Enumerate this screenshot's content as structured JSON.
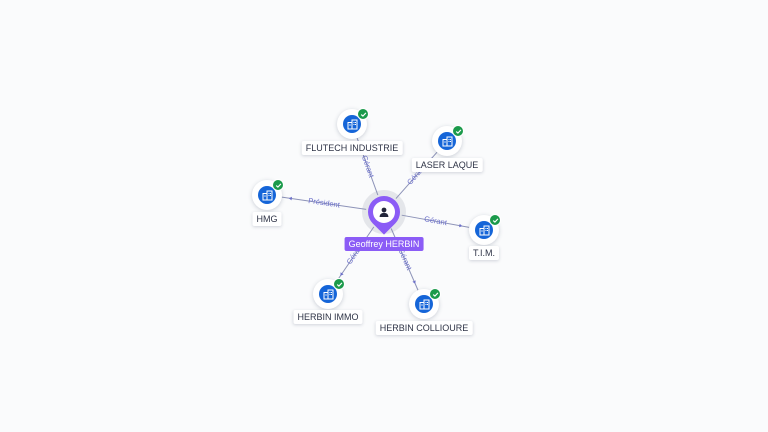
{
  "center": {
    "name": "Geoffrey HERBIN",
    "icon": "person-icon",
    "color": "#8b5cf6"
  },
  "companies": [
    {
      "key": "flutech",
      "name": "FLUTECH INDUSTRIE",
      "icon": "building-icon",
      "status_icon": "check-badge-icon"
    },
    {
      "key": "laser",
      "name": "LASER LAQUE",
      "icon": "building-icon",
      "status_icon": "check-badge-icon"
    },
    {
      "key": "hmg",
      "name": "HMG",
      "icon": "building-icon",
      "status_icon": "check-badge-icon"
    },
    {
      "key": "tim",
      "name": "T.I.M.",
      "icon": "building-icon",
      "status_icon": "check-badge-icon"
    },
    {
      "key": "immo",
      "name": "HERBIN IMMO",
      "icon": "building-icon",
      "status_icon": "check-badge-icon"
    },
    {
      "key": "collioure",
      "name": "HERBIN COLLIOURE",
      "icon": "building-icon",
      "status_icon": "check-badge-icon"
    }
  ],
  "relations": [
    {
      "target": "flutech",
      "label": "Gérant"
    },
    {
      "target": "laser",
      "label": "Gérant"
    },
    {
      "target": "hmg",
      "label": "Président"
    },
    {
      "target": "tim",
      "label": "Gérant"
    },
    {
      "target": "immo",
      "label": "Gérant"
    },
    {
      "target": "collioure",
      "label": "Gérant"
    }
  ],
  "colors": {
    "company": "#1565d8",
    "verified": "#1b9a4b",
    "edge_label": "#6b6fc9"
  }
}
